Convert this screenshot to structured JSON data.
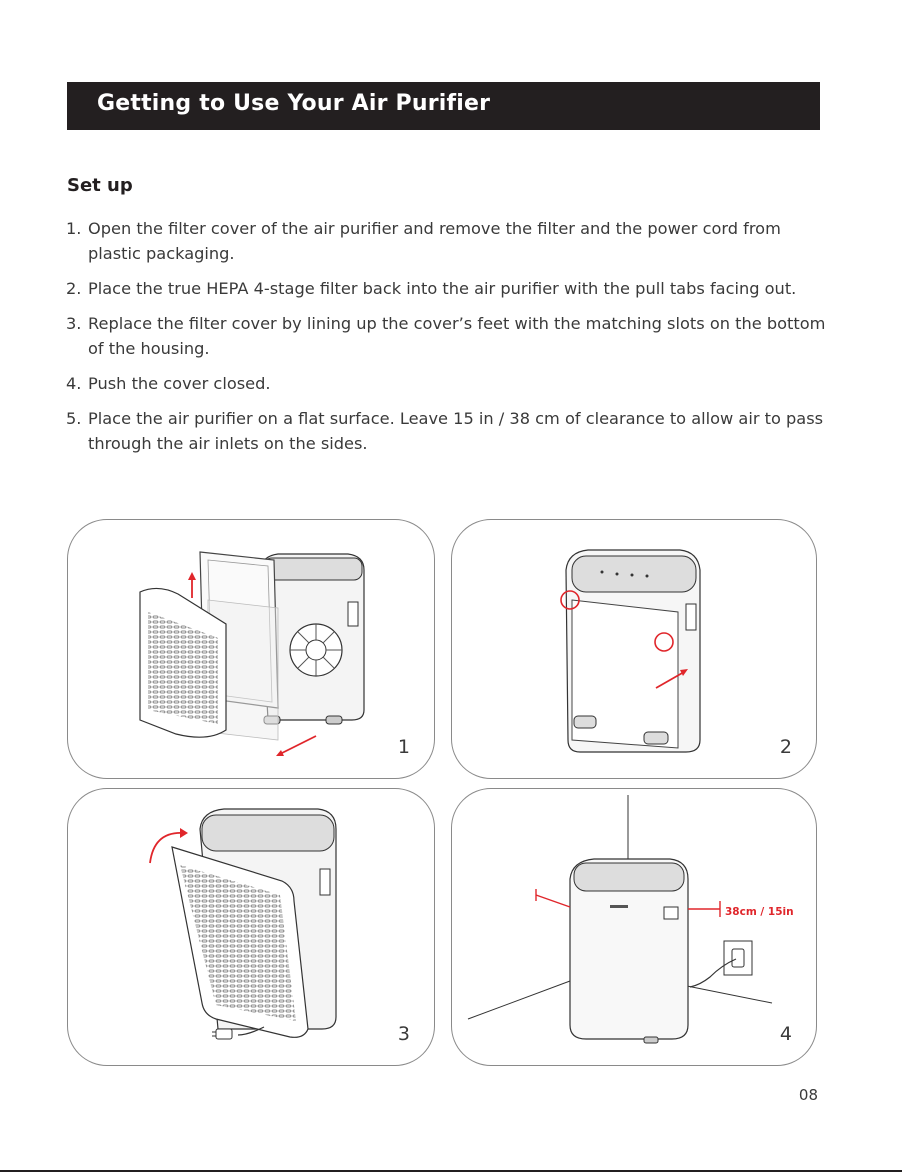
{
  "header": {
    "title": "Getting to Use Your Air Purifier"
  },
  "section": {
    "title": "Set up"
  },
  "steps": [
    {
      "num": "1.",
      "text": "Open the filter cover of the air purifier and remove the filter and the power cord from plastic packaging."
    },
    {
      "num": "2.",
      "text": "Place the true HEPA 4-stage filter back into the air purifier with the pull tabs facing out."
    },
    {
      "num": "3.",
      "text": "Replace the filter cover by lining up the cover’s feet with the matching slots on the bottom of the housing."
    },
    {
      "num": "4.",
      "text": "Push the cover closed."
    },
    {
      "num": "5.",
      "text": "Place the air purifier on a flat surface. Leave 15 in / 38 cm of clearance to allow air to pass through the air inlets on the sides."
    }
  ],
  "illustrations": [
    {
      "number": "1"
    },
    {
      "number": "2"
    },
    {
      "number": "3"
    },
    {
      "number": "4",
      "clearance_label": "38cm / 15in"
    }
  ],
  "colors": {
    "header_bg": "#231f20",
    "accent_red": "#e0262b",
    "text": "#3a3a3a"
  },
  "page_number": "08"
}
